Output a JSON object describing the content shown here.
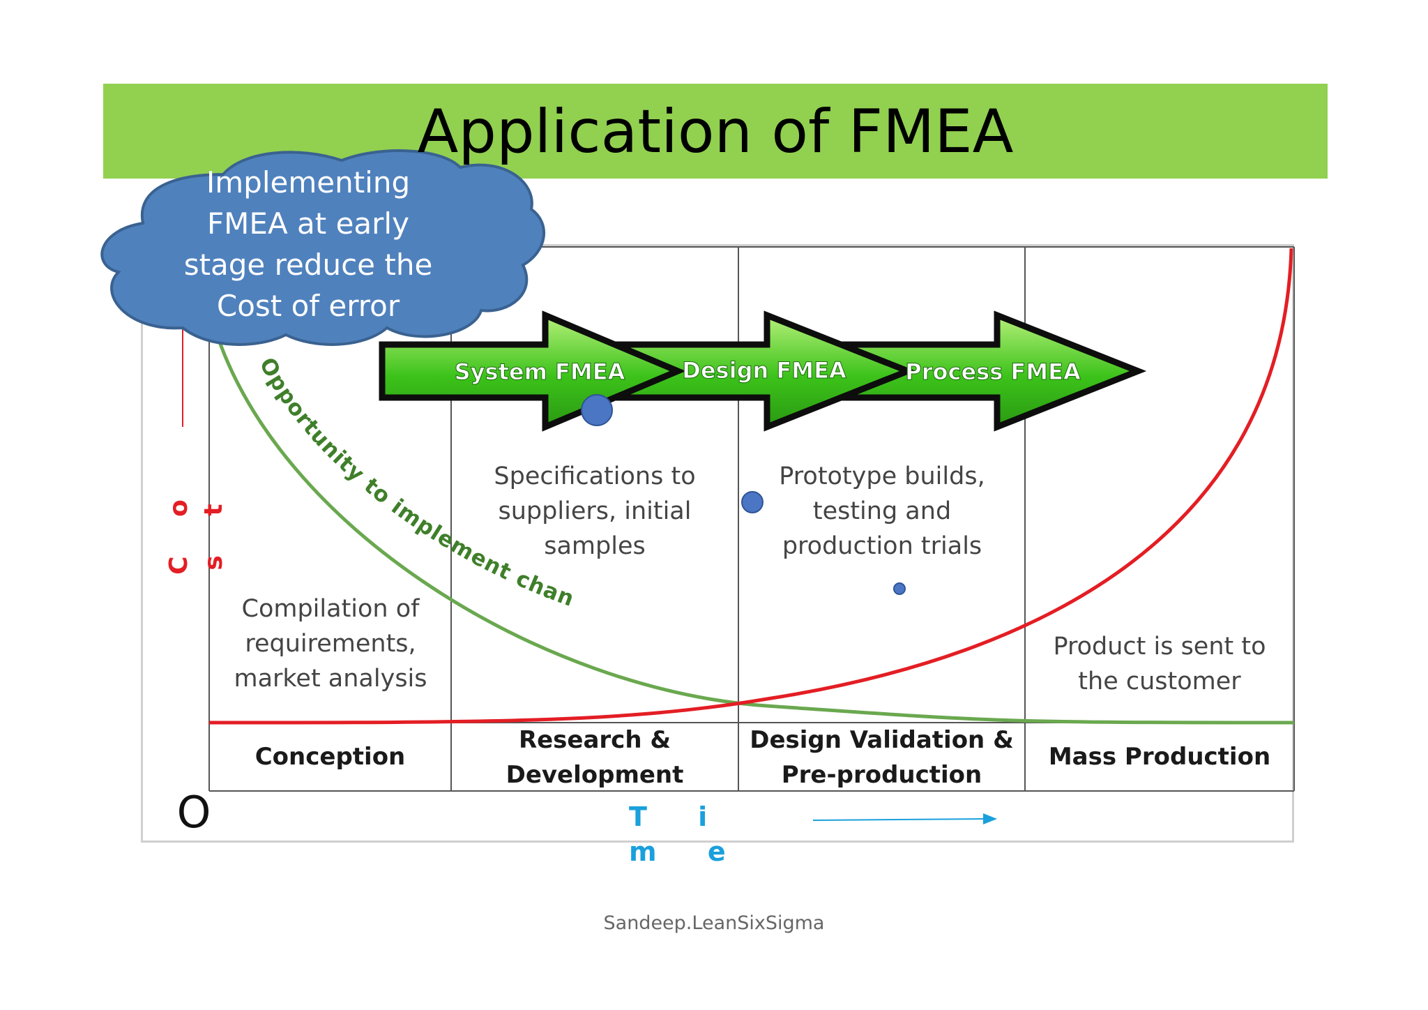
{
  "slide": {
    "title": "Application of FMEA",
    "footer": "Sandeep.LeanSixSigma"
  },
  "callout": {
    "lines": [
      "Implementing",
      "FMEA at early",
      "stage reduce the",
      "Cost of error"
    ]
  },
  "axes": {
    "origin": "O",
    "y_label": "C o s t",
    "x_label": "T i m e"
  },
  "curves": {
    "opportunity_label": "Opportunity to implement change"
  },
  "arrows": [
    "System FMEA",
    "Design FMEA",
    "Process FMEA"
  ],
  "phases": [
    {
      "label_lines": [
        "Conception"
      ],
      "description_lines": [
        "Compilation of",
        "requirements,",
        "market analysis"
      ]
    },
    {
      "label_lines": [
        "Research &",
        "Development"
      ],
      "description_lines": [
        "Specifications to",
        "suppliers, initial",
        "samples"
      ]
    },
    {
      "label_lines": [
        "Design Validation &",
        "Pre-production"
      ],
      "description_lines": [
        "Prototype builds,",
        "testing and",
        "production trials"
      ]
    },
    {
      "label_lines": [
        "Mass Production"
      ],
      "description_lines": [
        "Product is sent to",
        "the customer"
      ]
    }
  ],
  "colors": {
    "title_bar": "#92d050",
    "cloud_fill": "#4f81bd",
    "cloud_stroke": "#3a6290",
    "cost_curve": "#e31e24",
    "opportunity_curve": "#6aa84f",
    "arrow_green": "#3cc21a",
    "time_axis": "#1aa0dc"
  }
}
